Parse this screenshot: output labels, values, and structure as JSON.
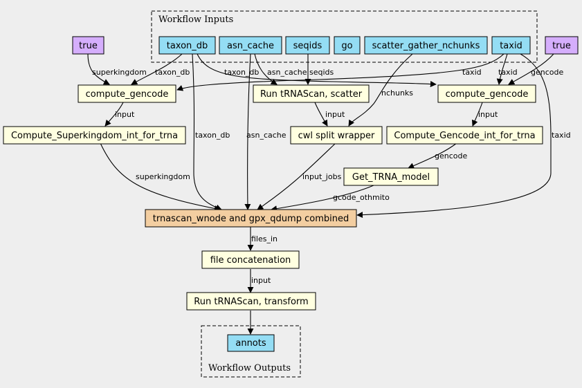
{
  "clusters": {
    "inputs": "Workflow Inputs",
    "outputs": "Workflow Outputs"
  },
  "nodes": {
    "true_left": "true",
    "taxon_db": "taxon_db",
    "asn_cache": "asn_cache",
    "seqids": "seqids",
    "go": "go",
    "scatter_gather_nchunks": "scatter_gather_nchunks",
    "taxid": "taxid",
    "true_right": "true",
    "compute_gencode_left": "compute_gencode",
    "run_trnascan_scatter": "Run tRNAScan, scatter",
    "compute_gencode_right": "compute_gencode",
    "compute_superkingdom": "Compute_Superkingdom_int_for_trna",
    "cwl_split_wrapper": "cwl split wrapper",
    "compute_gencode_int": "Compute_Gencode_int_for_trna",
    "get_trna_model": "Get_TRNA_model",
    "trnascan_combined": "trnascan_wnode and gpx_qdump combined",
    "file_concatenation": "file concatenation",
    "run_trnascan_transform": "Run tRNAScan, transform",
    "annots": "annots"
  },
  "edge_labels": {
    "superkingdom_1": "superkingdom",
    "taxon_db_1": "taxon_db",
    "taxon_db_2": "taxon_db",
    "asn_cache_1": "asn_cache",
    "seqids_1": "seqids",
    "taxid_1": "taxid",
    "taxid_2": "taxid",
    "gencode_1": "gencode",
    "nchunks": "nchunks",
    "input_1": "input",
    "input_2": "input",
    "input_3": "input",
    "taxon_db_3": "taxon_db",
    "asn_cache_2": "asn_cache",
    "taxid_3": "taxid",
    "gencode_2": "gencode",
    "superkingdom_2": "superkingdom",
    "input_jobs": "input_jobs",
    "gcode_othmito": "gcode_othmito",
    "files_in": "files_in",
    "input_4": "input"
  },
  "colors": {
    "background": "#eeeeee",
    "input_node": "#94ddf4",
    "param_node": "#d5aefc",
    "step_node": "#ffffe0",
    "combined_node": "#f3cea1"
  }
}
